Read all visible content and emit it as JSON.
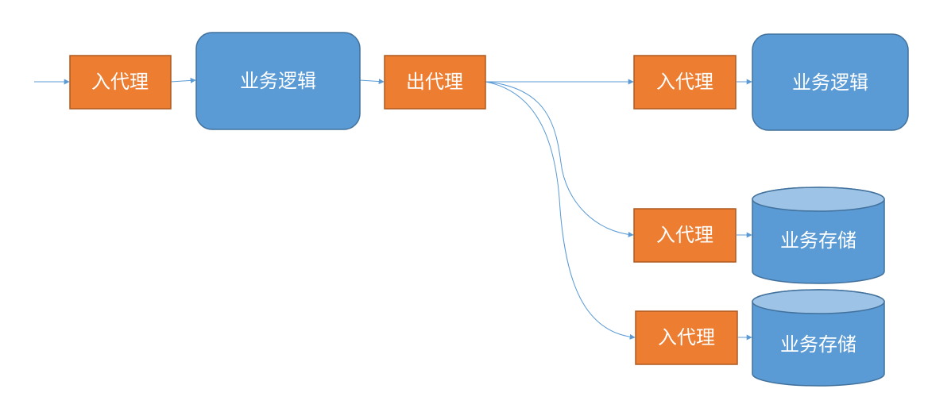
{
  "colors": {
    "proxy_fill": "#ED7D31",
    "proxy_stroke": "#AE5A21",
    "logic_fill": "#5B9BD5",
    "logic_stroke": "#41719C",
    "storage_fill": "#5B9BD5",
    "storage_top_fill": "#9DC3E6",
    "storage_stroke": "#41719C",
    "edge": "#5B9BD5",
    "label_text": "#FFFFFF"
  },
  "nodes": {
    "in_proxy_1": {
      "label": "入代理"
    },
    "logic_1": {
      "label": "业务逻辑"
    },
    "out_proxy": {
      "label": "出代理"
    },
    "in_proxy_2": {
      "label": "入代理"
    },
    "logic_2": {
      "label": "业务逻辑"
    },
    "in_proxy_3": {
      "label": "入代理"
    },
    "storage_1": {
      "label": "业务存储"
    },
    "in_proxy_4": {
      "label": "入代理"
    },
    "storage_2": {
      "label": "业务存储"
    }
  }
}
